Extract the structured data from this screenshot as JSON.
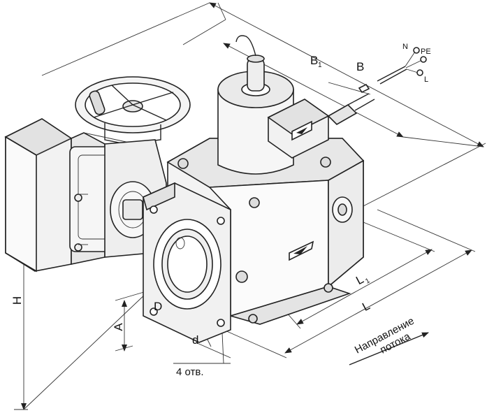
{
  "dimensions": {
    "B1": {
      "main": "B",
      "sub": "1"
    },
    "B": "B",
    "H": "H",
    "A": "A",
    "D": "D",
    "d": "d",
    "L": "L",
    "L1": {
      "main": "L",
      "sub": "1"
    },
    "holes": "4 отв."
  },
  "wiring": {
    "N": "N",
    "PE": "PE",
    "L": "L"
  },
  "flow": {
    "line1": "Направление",
    "line2": "потока"
  }
}
